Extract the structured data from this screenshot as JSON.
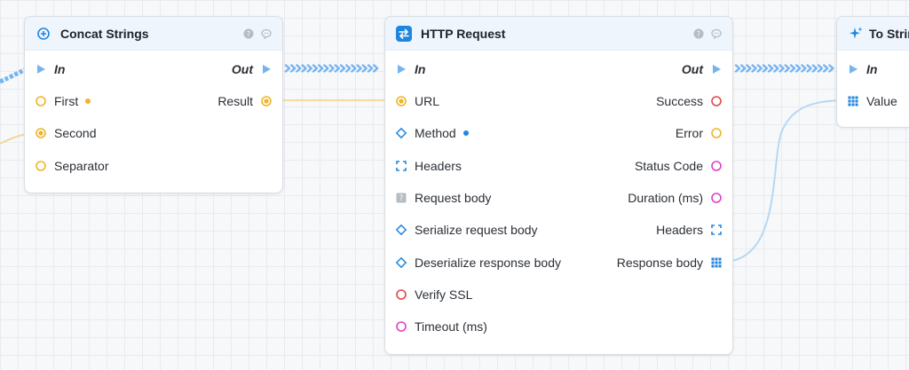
{
  "colors": {
    "flow": "#74b4f0",
    "string": "#f0b429",
    "enum": "#1f86e0",
    "bool": "#e04848",
    "number": "#e040c8",
    "any": "#9aa0a6",
    "accent": "#1f86e0"
  },
  "nodes": {
    "concat": {
      "title": "Concat Strings",
      "icon": "plus-circle-icon",
      "in_label": "In",
      "out_label": "Out",
      "inputs": [
        "First",
        "Second",
        "Separator"
      ],
      "outputs": [
        "Result"
      ]
    },
    "http": {
      "title": "HTTP Request",
      "icon": "swap-arrows-icon",
      "in_label": "In",
      "out_label": "Out",
      "inputs": [
        "URL",
        "Method",
        "Headers",
        "Request body",
        "Serialize request body",
        "Deserialize response body",
        "Verify SSL",
        "Timeout (ms)"
      ],
      "outputs": [
        "Success",
        "Error",
        "Status Code",
        "Duration (ms)",
        "Headers",
        "Response body"
      ]
    },
    "tostring": {
      "title": "To Strin",
      "icon": "sparkle-icon",
      "in_label": "In",
      "inputs": [
        "Value"
      ]
    }
  }
}
